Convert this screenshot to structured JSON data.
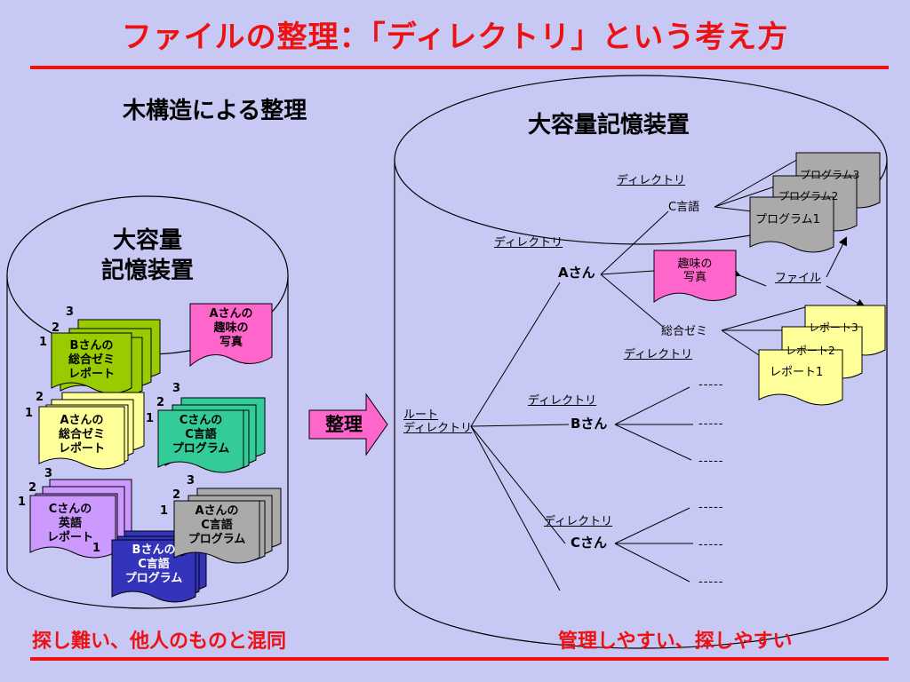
{
  "title": "ファイルの整理：「ディレクトリ」という考え方",
  "left_heading": "木構造による整理",
  "right_heading": "大容量記憶装置",
  "left_cylinder": {
    "line1": "大容量",
    "line2": "記憶装置"
  },
  "middle_arrow": "整理",
  "bottom_left": "探し難い、他人のものと混同",
  "bottom_right": "管理しやすい、探しやすい",
  "left_docs": {
    "b_seminar": [
      "Bさんの",
      "総合ゼミ",
      "レポート"
    ],
    "a_photo": [
      "Aさんの",
      "趣味の",
      "写真"
    ],
    "a_seminar": [
      "Aさんの",
      "総合ゼミ",
      "レポート"
    ],
    "c_c_program": [
      "Cさんの",
      "C言語",
      "プログラム"
    ],
    "c_english": [
      "Cさんの",
      "英語",
      "レポート"
    ],
    "b_c_program": [
      "Bさんの",
      "C言語",
      "プログラム"
    ],
    "a_c_program": [
      "Aさんの",
      "C言語",
      "プログラム"
    ]
  },
  "stack_numbers": [
    "1",
    "2",
    "3"
  ],
  "tree": {
    "root": [
      "ルート",
      "ディレクトリ"
    ],
    "directory_label": "ディレクトリ",
    "a_san": "Aさん",
    "b_san": "Bさん",
    "c_san": "Cさん",
    "c_lang": "C言語",
    "seminar": "総合ゼミ",
    "photo": [
      "趣味の",
      "写真"
    ],
    "file_label": "ファイル",
    "programs": [
      "プログラム3",
      "プログラム2",
      "プログラム1"
    ],
    "reports": [
      "レポート3",
      "レポート2",
      "レポート1"
    ],
    "placeholder": "-----"
  },
  "colors": {
    "title_red": "#ee1111",
    "background": "#c8c8f4",
    "green": "#99cc00",
    "yellow": "#ffff99",
    "magenta": "#ff66cc",
    "teal": "#33cc99",
    "purple": "#cc99ff",
    "blue": "#3333bb",
    "gray": "#aaaaaa"
  }
}
